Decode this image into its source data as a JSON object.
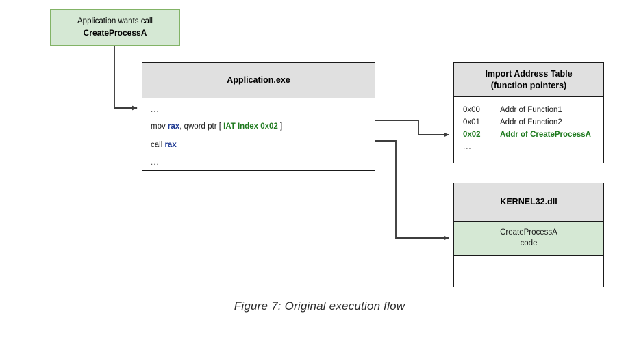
{
  "figure": {
    "caption": "Figure 7: Original execution flow"
  },
  "callout": {
    "line1": "Application wants call",
    "line2": "CreateProcessA"
  },
  "app_box": {
    "title": "Application.exe",
    "lines": {
      "dots_top": "...",
      "mov_mnemonic": "mov ",
      "mov_reg": "rax",
      "mov_mid": ", qword ptr [ ",
      "mov_iat": "IAT Index 0x02",
      "mov_end": " ]",
      "call_mnemonic": "call ",
      "call_reg": "rax",
      "dots_bottom": "..."
    }
  },
  "iat_box": {
    "title_line1": "Import Address Table",
    "title_line2": "(function pointers)",
    "rows": [
      {
        "index": "0x00",
        "value": "Addr of Function1",
        "highlight": false
      },
      {
        "index": "0x01",
        "value": "Addr of Function2",
        "highlight": false
      },
      {
        "index": "0x02",
        "value": "Addr of CreateProcessA",
        "highlight": true
      }
    ],
    "trailing_dots": "..."
  },
  "dll_box": {
    "title": "KERNEL32.dll",
    "code_section": {
      "line1": "CreateProcessA",
      "line2": "code"
    },
    "empty_section": ""
  },
  "colors": {
    "green_fill": "#d5e8d4",
    "green_border": "#82b366",
    "green_text": "#1e7a1e",
    "header_gray": "#e0e0e0",
    "register_blue": "#1f3a93",
    "stroke": "#3d3d3d",
    "outline": "#1a1a1a"
  },
  "connectors": [
    {
      "name": "callout-to-app",
      "from": "callout",
      "to": "app_box"
    },
    {
      "name": "app-to-iat",
      "from": "app_box.mov",
      "to": "iat_box.row_0x02"
    },
    {
      "name": "app-to-dll",
      "from": "app_box.call",
      "to": "dll_box.code_section"
    }
  ]
}
